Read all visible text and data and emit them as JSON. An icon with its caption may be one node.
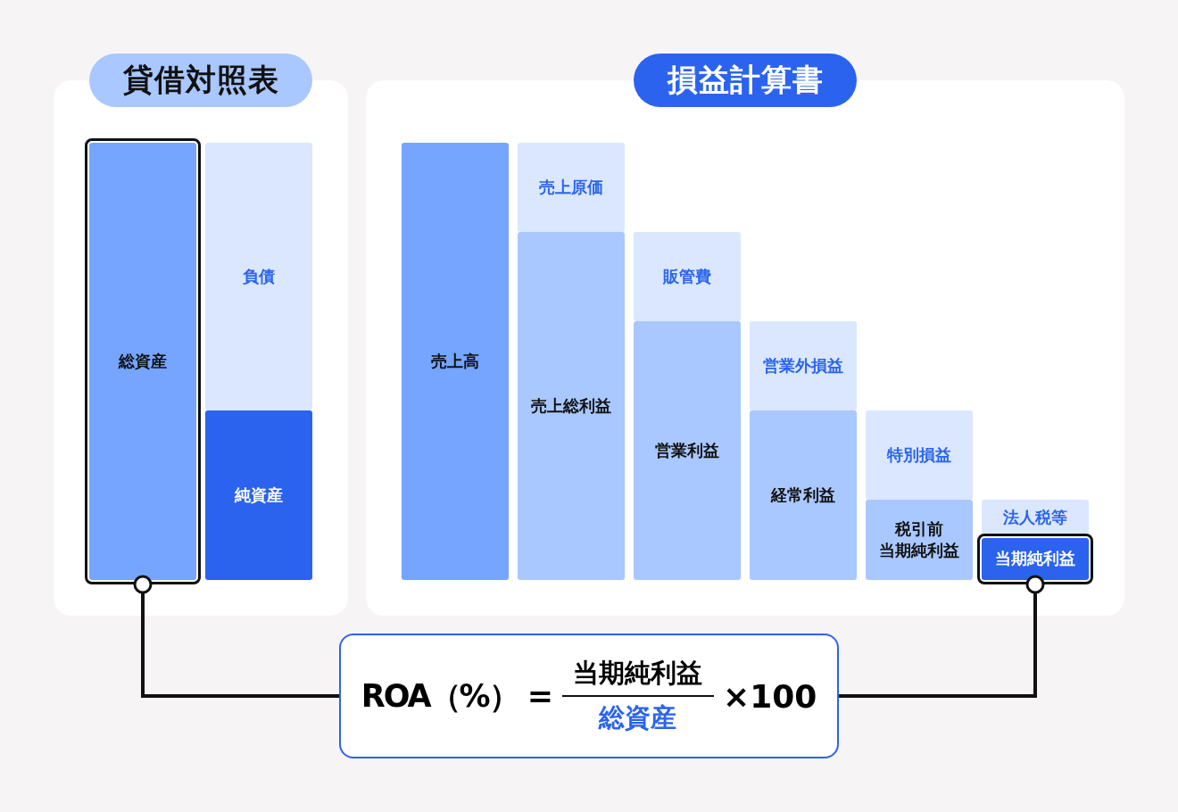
{
  "diagram": {
    "nodes": [
      {
        "text": [
          "貸借対照表"
        ]
      },
      {
        "text": [
          "総資産"
        ],
        "in": 0
      },
      {
        "text": [
          "負債"
        ],
        "in": 0
      },
      {
        "text": [
          "純資産"
        ],
        "in": 0
      },
      {
        "text": [
          "損益計算書"
        ]
      },
      {
        "text": [
          "売上高"
        ],
        "in": 4
      },
      {
        "text": [
          "売上原価"
        ],
        "in": 4
      },
      {
        "text": [
          "売上総利益"
        ],
        "in": 4
      },
      {
        "text": [
          "販管費"
        ],
        "in": 4
      },
      {
        "text": [
          "営業利益"
        ],
        "in": 4
      },
      {
        "text": [
          "営業外損益"
        ],
        "in": 4
      },
      {
        "text": [
          "経常利益"
        ],
        "in": 4
      },
      {
        "text": [
          "特別損益"
        ],
        "in": 4
      },
      {
        "text": [
          "税引前当期純利益"
        ],
        "in": 4
      },
      {
        "text": [
          "法人税等"
        ],
        "in": 4
      },
      {
        "text": [
          "当期純利益"
        ],
        "in": 4
      },
      {
        "text": [
          "ROA（%）",
          "=",
          "当期純利益",
          "総資産",
          "×100"
        ]
      }
    ],
    "edges": [
      {
        "from": 1,
        "to": 16,
        "arrow": "other"
      },
      {
        "from": 15,
        "to": 16,
        "arrow": "other"
      }
    ]
  }
}
